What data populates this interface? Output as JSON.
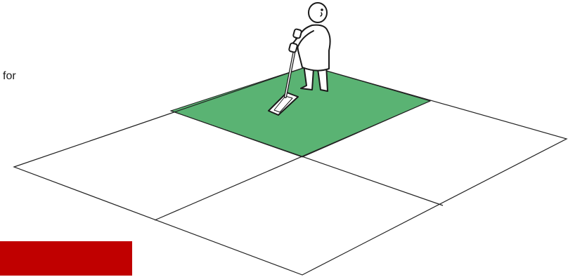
{
  "side_text": "for",
  "colors": {
    "highlight_fill": "#5ab373",
    "grid_stroke": "#222222",
    "accent_bar": "#c00000",
    "figure_stroke": "#1a1a1a"
  },
  "diagram": {
    "grid": "2x2 floor tiles",
    "highlighted_tile": "back-center",
    "figure": "person-with-floor-mop-icon"
  }
}
